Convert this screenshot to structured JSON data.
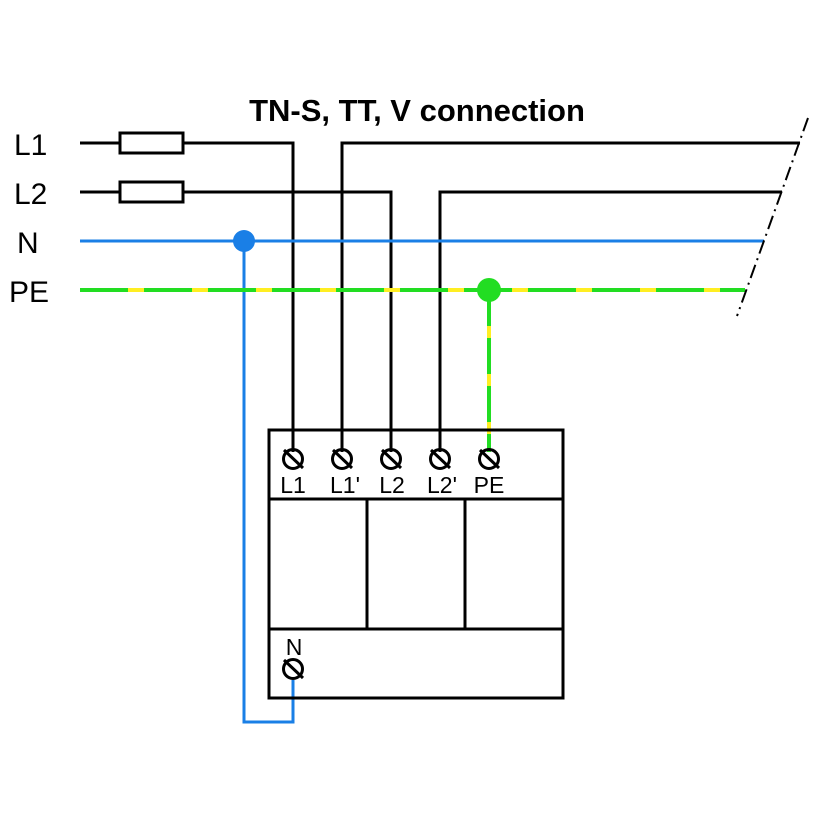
{
  "title": "TN-S, TT, V connection",
  "buses": [
    {
      "id": "L1",
      "label": "L1",
      "color": "#000000",
      "fused": true
    },
    {
      "id": "L2",
      "label": "L2",
      "color": "#000000",
      "fused": true
    },
    {
      "id": "N",
      "label": "N",
      "color": "#1a7fe6",
      "fused": false
    },
    {
      "id": "PE",
      "label": "PE",
      "color": "#22dd22",
      "stripe_color": "#ffee22",
      "fused": false
    }
  ],
  "device": {
    "top_terminals": [
      {
        "label": "L1"
      },
      {
        "label": "L1'"
      },
      {
        "label": "L2"
      },
      {
        "label": "L2'"
      },
      {
        "label": "PE"
      }
    ],
    "bottom_terminal": {
      "label": "N"
    },
    "modules": 3
  },
  "colors": {
    "conductor": "#000000",
    "neutral": "#1a7fe6",
    "pe_green": "#22dd22",
    "pe_yellow": "#ffee22"
  }
}
